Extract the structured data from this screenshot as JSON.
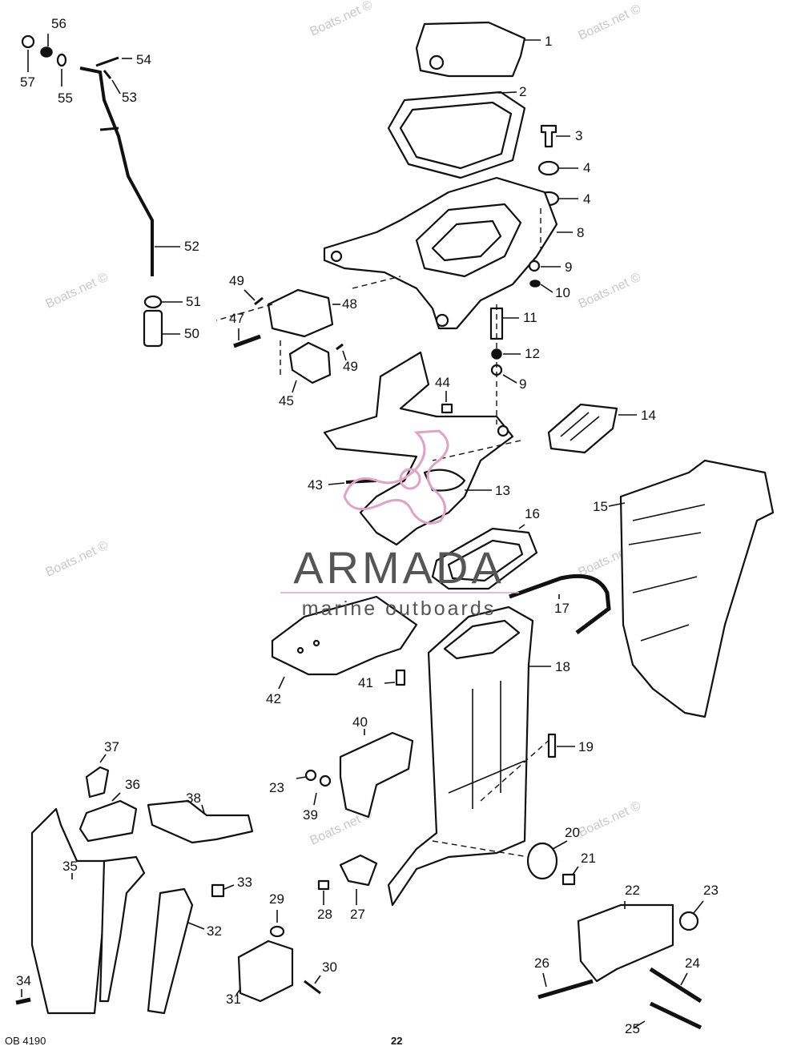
{
  "watermark": "Boats.net ©",
  "brand": {
    "name": "ARMADA",
    "tagline": "marine outboards",
    "color": "#e0a3c4"
  },
  "footer": {
    "code": "OB 4190",
    "page": "22"
  },
  "parts": [
    {
      "id": "p1",
      "label": "1"
    },
    {
      "id": "p2",
      "label": "2"
    },
    {
      "id": "p3",
      "label": "3"
    },
    {
      "id": "p4a",
      "label": "4"
    },
    {
      "id": "p4b",
      "label": "4"
    },
    {
      "id": "p8",
      "label": "8"
    },
    {
      "id": "p9a",
      "label": "9"
    },
    {
      "id": "p10",
      "label": "10"
    },
    {
      "id": "p11",
      "label": "11"
    },
    {
      "id": "p12",
      "label": "12"
    },
    {
      "id": "p9b",
      "label": "9"
    },
    {
      "id": "p14",
      "label": "14"
    },
    {
      "id": "p13",
      "label": "13"
    },
    {
      "id": "p15",
      "label": "15"
    },
    {
      "id": "p16",
      "label": "16"
    },
    {
      "id": "p17",
      "label": "17"
    },
    {
      "id": "p18",
      "label": "18"
    },
    {
      "id": "p19",
      "label": "19"
    },
    {
      "id": "p20",
      "label": "20"
    },
    {
      "id": "p21",
      "label": "21"
    },
    {
      "id": "p22",
      "label": "22"
    },
    {
      "id": "p23b",
      "label": "23"
    },
    {
      "id": "p24",
      "label": "24"
    },
    {
      "id": "p25",
      "label": "25"
    },
    {
      "id": "p26",
      "label": "26"
    },
    {
      "id": "p27",
      "label": "27"
    },
    {
      "id": "p28",
      "label": "28"
    },
    {
      "id": "p29",
      "label": "29"
    },
    {
      "id": "p30",
      "label": "30"
    },
    {
      "id": "p31",
      "label": "31"
    },
    {
      "id": "p32",
      "label": "32"
    },
    {
      "id": "p33",
      "label": "33"
    },
    {
      "id": "p34",
      "label": "34"
    },
    {
      "id": "p35",
      "label": "35"
    },
    {
      "id": "p36",
      "label": "36"
    },
    {
      "id": "p37",
      "label": "37"
    },
    {
      "id": "p38",
      "label": "38"
    },
    {
      "id": "p39",
      "label": "39"
    },
    {
      "id": "p23a",
      "label": "23"
    },
    {
      "id": "p40",
      "label": "40"
    },
    {
      "id": "p41",
      "label": "41"
    },
    {
      "id": "p42",
      "label": "42"
    },
    {
      "id": "p43",
      "label": "43"
    },
    {
      "id": "p44",
      "label": "44"
    },
    {
      "id": "p45",
      "label": "45"
    },
    {
      "id": "p47",
      "label": "47"
    },
    {
      "id": "p48",
      "label": "48"
    },
    {
      "id": "p49a",
      "label": "49"
    },
    {
      "id": "p49b",
      "label": "49"
    },
    {
      "id": "p50",
      "label": "50"
    },
    {
      "id": "p51",
      "label": "51"
    },
    {
      "id": "p52",
      "label": "52"
    },
    {
      "id": "p53",
      "label": "53"
    },
    {
      "id": "p54",
      "label": "54"
    },
    {
      "id": "p55",
      "label": "55"
    },
    {
      "id": "p56",
      "label": "56"
    },
    {
      "id": "p57",
      "label": "57"
    }
  ]
}
